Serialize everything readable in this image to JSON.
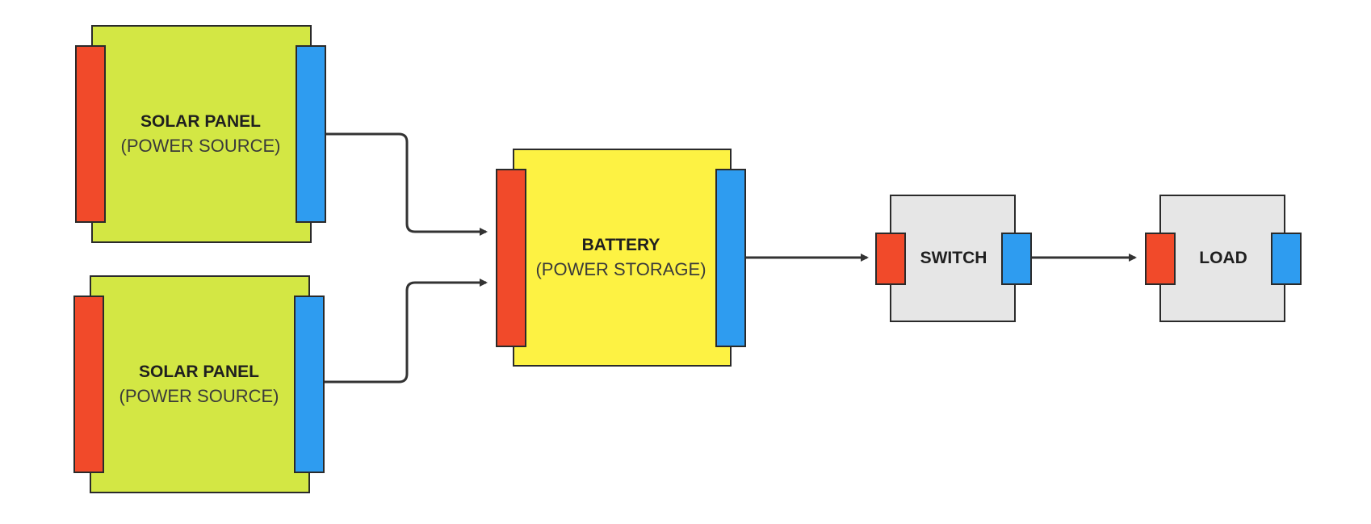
{
  "colors": {
    "solar_fill": "#d3e744",
    "battery_fill": "#fdf243",
    "device_fill": "#e6e6e6",
    "positive_terminal": "#f14a2a",
    "negative_terminal": "#2e9cf0",
    "stroke": "#2a2a2a",
    "connector": "#333333"
  },
  "nodes": {
    "solar_panel_1": {
      "title": "SOLAR PANEL",
      "subtitle": "(POWER SOURCE)"
    },
    "solar_panel_2": {
      "title": "SOLAR PANEL",
      "subtitle": "(POWER SOURCE)"
    },
    "battery": {
      "title": "BATTERY",
      "subtitle": "(POWER STORAGE)"
    },
    "switch": {
      "title": "SWITCH"
    },
    "load": {
      "title": "LOAD"
    }
  },
  "connections": [
    {
      "from": "solar_panel_1",
      "to": "battery"
    },
    {
      "from": "solar_panel_2",
      "to": "battery"
    },
    {
      "from": "battery",
      "to": "switch"
    },
    {
      "from": "switch",
      "to": "load"
    }
  ]
}
